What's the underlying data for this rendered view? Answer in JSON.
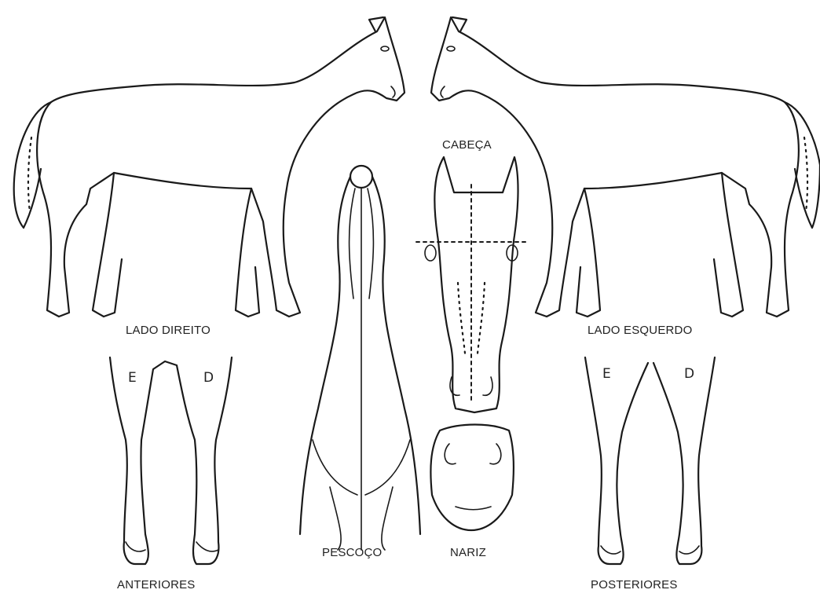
{
  "labels": {
    "right_side": "LADO DIREITO",
    "left_side": "LADO ESQUERDO",
    "head": "CABEÇA",
    "neck": "PESCOÇO",
    "nose": "NARIZ",
    "front_legs": "ANTERIORES",
    "hind_legs": "POSTERIORES"
  },
  "front_legs_markers": {
    "left": "E",
    "right": "D"
  },
  "hind_legs_markers": {
    "left": "E",
    "right": "D"
  }
}
